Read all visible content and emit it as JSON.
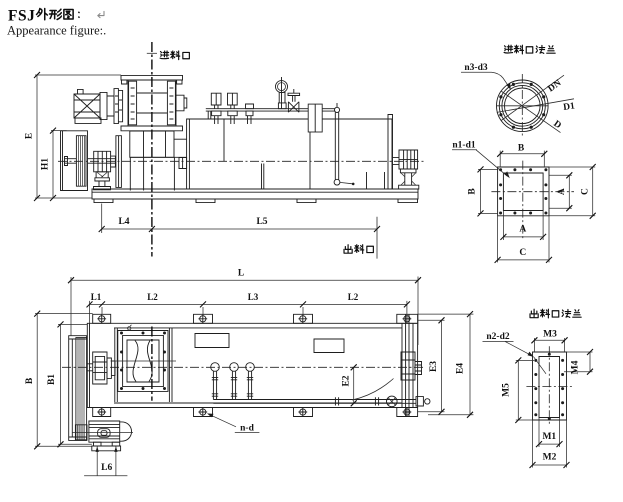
{
  "page": {
    "background": "#ffffff",
    "line_color": "#232323"
  },
  "header": {
    "title_prefix": "FSJ",
    "title_cjk": "外形图：",
    "return_mark": "↵",
    "subtitle": "Appearance figure:."
  },
  "side_view": {
    "inlet_label": "进料口",
    "outlet_label": "出料口",
    "dim_E": "E",
    "dim_H1": "H1",
    "dim_L4": "L4",
    "dim_L5": "L5"
  },
  "plan_view": {
    "dim_L": "L",
    "dim_L1": "L1",
    "dim_L2a": "L2",
    "dim_L3": "L3",
    "dim_L2b": "L2",
    "dim_B": "B",
    "dim_B1": "B1",
    "dim_E2": "E2",
    "dim_E3": "E3",
    "dim_E4": "E4",
    "dim_L6": "L6",
    "bolt_note": "n-d"
  },
  "inlet_flange": {
    "title": "进料口法兰",
    "bolt_note": "n3-d3",
    "dim_DN": "DN",
    "dim_D1": "D1",
    "dim_D": "D",
    "square": {
      "bolt_note": "n1-d1",
      "dim_B_top": "B",
      "dim_B_left": "B",
      "dim_A_right": "A",
      "dim_C_right": "C",
      "dim_A_bottom": "A",
      "dim_C_bottom": "C"
    }
  },
  "outlet_flange": {
    "title": "出料口法兰",
    "bolt_note": "n2-d2",
    "dim_M1": "M1",
    "dim_M2": "M2",
    "dim_M3": "M3",
    "dim_M4": "M4",
    "dim_M5": "M5"
  }
}
